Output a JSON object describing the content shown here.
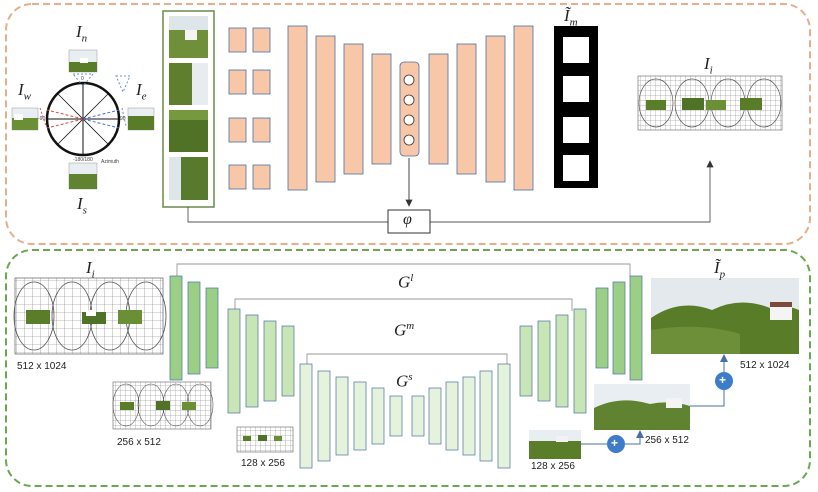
{
  "top_panel": {
    "compass": {
      "north_label": "I",
      "north_sub": "n",
      "west_label": "I",
      "west_sub": "w",
      "east_label": "I",
      "east_sub": "e",
      "south_label": "I",
      "south_sub": "s",
      "tick_top": "0",
      "tick_left": "-90",
      "tick_right": "90",
      "tick_bottom": "-180/180",
      "azimuth_label": "Azimuth"
    },
    "mask_label": "Ĩ",
    "mask_sub": "m",
    "phi_label": "φ",
    "output_label": "I",
    "output_sub": "i"
  },
  "bottom_panel": {
    "input_label": "I",
    "input_sub": "i",
    "generators": [
      {
        "label": "G",
        "sup": "l"
      },
      {
        "label": "G",
        "sup": "m"
      },
      {
        "label": "G",
        "sup": "s"
      }
    ],
    "output_label": "Ĩ",
    "output_sub": "p",
    "sizes": {
      "in_large": "512 x 1024",
      "in_mid": "256 x 512",
      "in_small": "128 x 256",
      "out_small": "128 x 256",
      "out_mid": "256 x 512",
      "out_large": "512 x 1024"
    },
    "plus_symbol": "+"
  },
  "colors": {
    "top_border": "#e8ad8a",
    "bottom_border": "#6aa84f",
    "encoder_fill": "#f8c7a8",
    "encoder_stroke": "#4a6fa5",
    "g_large_fill": "#9ccf86",
    "g_mid_fill": "#c8e6b5",
    "g_small_fill": "#e6f3dc",
    "plus_fill": "#3d7cc9",
    "grass": "#5a7d2a",
    "sky": "#e9eef2"
  }
}
